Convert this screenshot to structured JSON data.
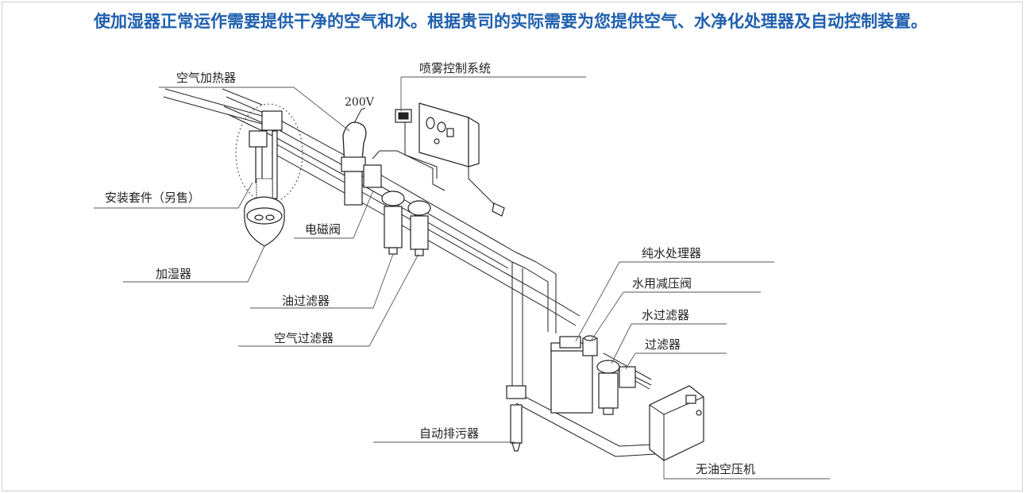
{
  "intro_text": "使加湿器正常运作需要提供干净的空气和水。根据贵司的实际需要为您提供空气、水净化处理器及自动控制装置。",
  "labels": {
    "air_heater": "空气加热器",
    "voltage": "200V",
    "spray_control": "喷雾控制系统",
    "install_kit": "安装套件（另售）",
    "solenoid_valve": "电磁阀",
    "humidifier": "加湿器",
    "oil_filter": "油过滤器",
    "air_filter": "空气过滤器",
    "pure_water_processor": "纯水处理器",
    "water_pressure_reducer": "水用减压阀",
    "water_filter": "水过滤器",
    "filter": "过滤器",
    "auto_drain": "自动排污器",
    "oil_free_compressor": "无油空压机"
  },
  "colors": {
    "intro_text": "#1f5fae",
    "line": "#222222",
    "background": "#ffffff"
  }
}
